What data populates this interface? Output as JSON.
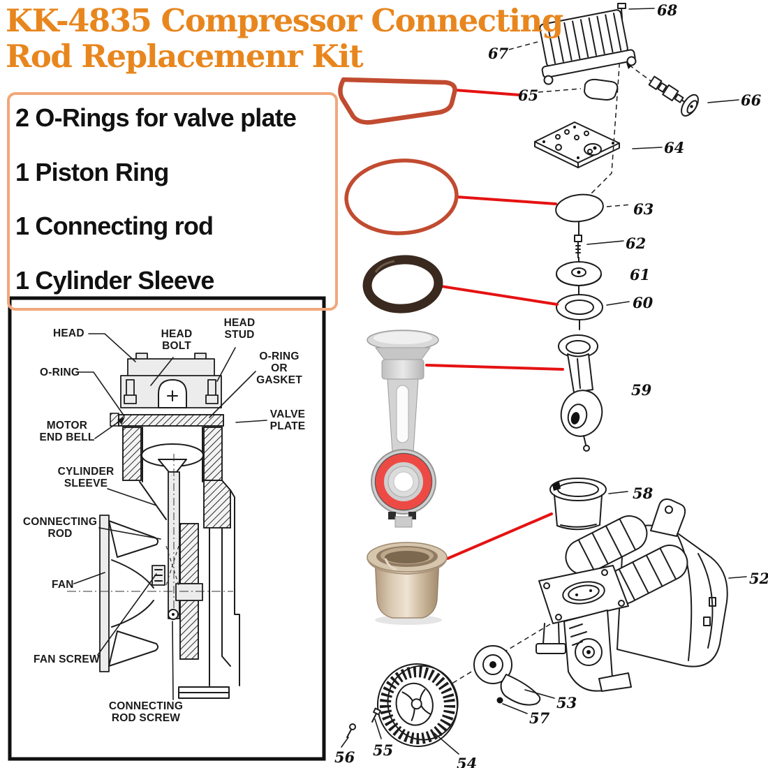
{
  "title": {
    "line1": "KK-4835 Compressor Connecting",
    "line2": "Rod Replacemenr Kit"
  },
  "kit": {
    "items": [
      "2 O-Rings for valve plate",
      "1 Piston Ring",
      "1 Connecting rod",
      "1 Cylinder Sleeve"
    ]
  },
  "cross_section": {
    "labels": [
      {
        "id": "head",
        "text": "HEAD"
      },
      {
        "id": "head-bolt",
        "text": "HEAD\nBOLT"
      },
      {
        "id": "head-stud",
        "text": "HEAD\nSTUD"
      },
      {
        "id": "o-ring",
        "text": "O-RING"
      },
      {
        "id": "o-ring-or-gasket",
        "text": "O-RING\nOR\nGASKET"
      },
      {
        "id": "motor-end-bell",
        "text": "MOTOR\nEND BELL"
      },
      {
        "id": "valve-plate",
        "text": "VALVE\nPLATE"
      },
      {
        "id": "cylinder-sleeve",
        "text": "CYLINDER\nSLEEVE"
      },
      {
        "id": "connecting-rod",
        "text": "CONNECTING\nROD"
      },
      {
        "id": "fan",
        "text": "FAN"
      },
      {
        "id": "fan-screw",
        "text": "FAN SCREW"
      },
      {
        "id": "connecting-rod-screw",
        "text": "CONNECTING\nROD SCREW"
      }
    ]
  },
  "exploded": {
    "parts": [
      {
        "id": "head-screw",
        "num": "68"
      },
      {
        "id": "head",
        "num": "67"
      },
      {
        "id": "head-gasket",
        "num": "65"
      },
      {
        "id": "valve-assembly",
        "num": "66"
      },
      {
        "id": "valve-plate",
        "num": "64"
      },
      {
        "id": "valve-plate-o-ring",
        "num": "63"
      },
      {
        "id": "piston-screw",
        "num": "62"
      },
      {
        "id": "piston-disc",
        "num": "61"
      },
      {
        "id": "piston-ring-washer",
        "num": "60"
      },
      {
        "id": "connecting-rod",
        "num": "59"
      },
      {
        "id": "cylinder-sleeve",
        "num": "58"
      },
      {
        "id": "pump-body",
        "num": "52"
      },
      {
        "id": "counterweight",
        "num": "53"
      },
      {
        "id": "counterweight-screw",
        "num": "57"
      },
      {
        "id": "fan-wheel",
        "num": "54"
      },
      {
        "id": "fan-screw",
        "num": "55"
      },
      {
        "id": "fan-bolt",
        "num": "56"
      }
    ]
  },
  "photos": [
    "valve-plate-o-ring-photo",
    "large-o-ring-photo",
    "piston-ring-photo",
    "connecting-rod-photo",
    "cylinder-sleeve-photo"
  ],
  "colors": {
    "title_orange": "#e8861e",
    "kit_box_border": "#f1a77b",
    "red_line": "#e51212",
    "o_ring_red": "#c14b30",
    "piston_ring_brown": "#39291e",
    "bearing_red": "#ee4a45",
    "diagram_ink": "#1c1c1c"
  }
}
